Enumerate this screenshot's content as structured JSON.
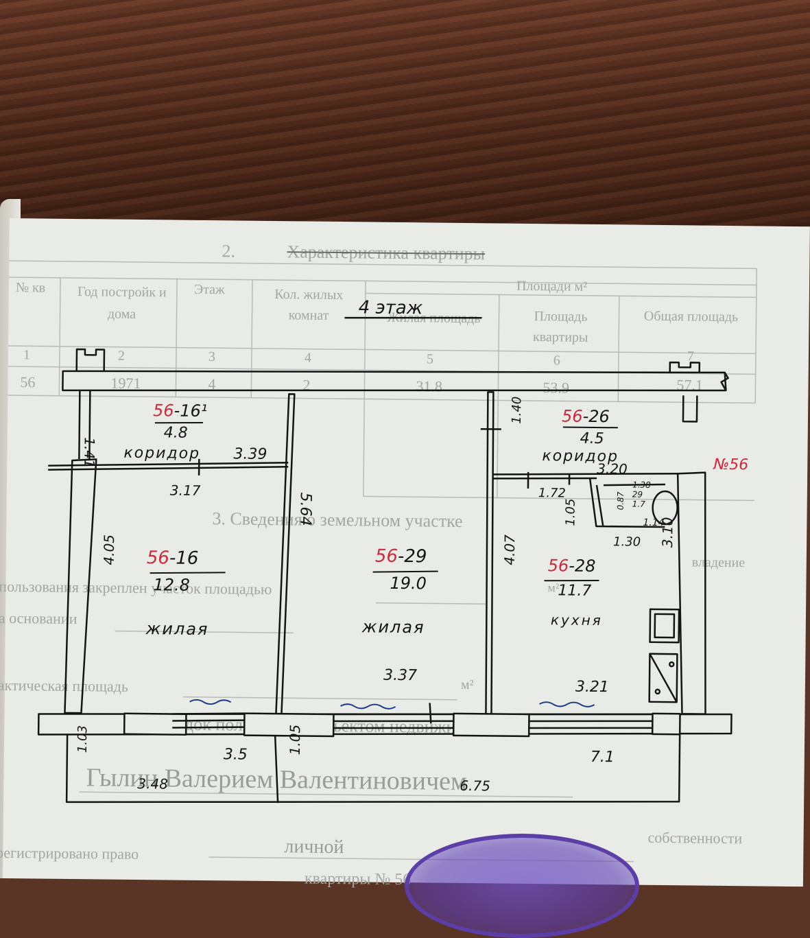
{
  "form": {
    "section2_num": "2.",
    "section2_title": "Характеристика квартиры",
    "col_apt": "№ кв",
    "col_year": "Год постройк и дома",
    "col_floor": "Этаж",
    "col_rooms": "Кол. жилых комнат",
    "col_areas": "Площади м²",
    "col_living": "Жилая площадь",
    "col_apt_area": "Площадь квартиры",
    "col_total": "Общая площадь",
    "col_numbers": [
      "1",
      "2",
      "3",
      "4",
      "5",
      "6",
      "7"
    ],
    "values": {
      "apt": "56",
      "year": "1971",
      "floor": "4",
      "rooms": "2",
      "living": "31.8",
      "apt_area": "53.9",
      "total": "57.1"
    },
    "section3_title": "3. Сведения о земельном участке",
    "use_label": "пользования закреплен участок площадью",
    "basis_label": "а основании",
    "ownership_label": "владение",
    "m2": "м²",
    "actual_area_label": "актическая площадь",
    "section4_title": "4. Порядок пользования объектом недвижимости",
    "owner_name": "Гылин Валерием Валентиновичем",
    "registered_label": "регистрировано право",
    "registered_value": "личной",
    "ownership_suffix": "собственности",
    "bottom_partial": "квартиры  №  56"
  },
  "plan": {
    "floor": "4 этаж",
    "apt_mark": "№56",
    "rooms": [
      {
        "code_red": "56",
        "code": "-16¹",
        "area": "4.8",
        "type": "коридор",
        "dim": "3.39"
      },
      {
        "code_red": "56",
        "code": "-26",
        "area": "4.5",
        "type": "коридор",
        "dim": "3.20"
      },
      {
        "code_red": "56",
        "code": "-16",
        "area": "12.8",
        "type": "жилая"
      },
      {
        "code_red": "56",
        "code": "-29",
        "area": "19.0",
        "type": "жилая"
      },
      {
        "code_red": "56",
        "code": "-28",
        "area": "11.7",
        "type": "кухня"
      }
    ],
    "dims": {
      "d141": "1.41",
      "d317": "3.17",
      "d564": "5.64",
      "d140": "1.40",
      "d172": "1.72",
      "d138": "1.38",
      "d087": "0.87",
      "d29": "29",
      "d17": "1.7",
      "d105a": "1.05",
      "d114": "1.14",
      "d130": "1.30",
      "d405": "4.05",
      "d407": "4.07",
      "d310": "3.10",
      "d337": "3.37",
      "d321": "3.21",
      "d103": "1.03",
      "d35": "3.5",
      "d105b": "1.05",
      "d71": "7.1",
      "d348": "3.48",
      "d675": "6.75"
    }
  }
}
